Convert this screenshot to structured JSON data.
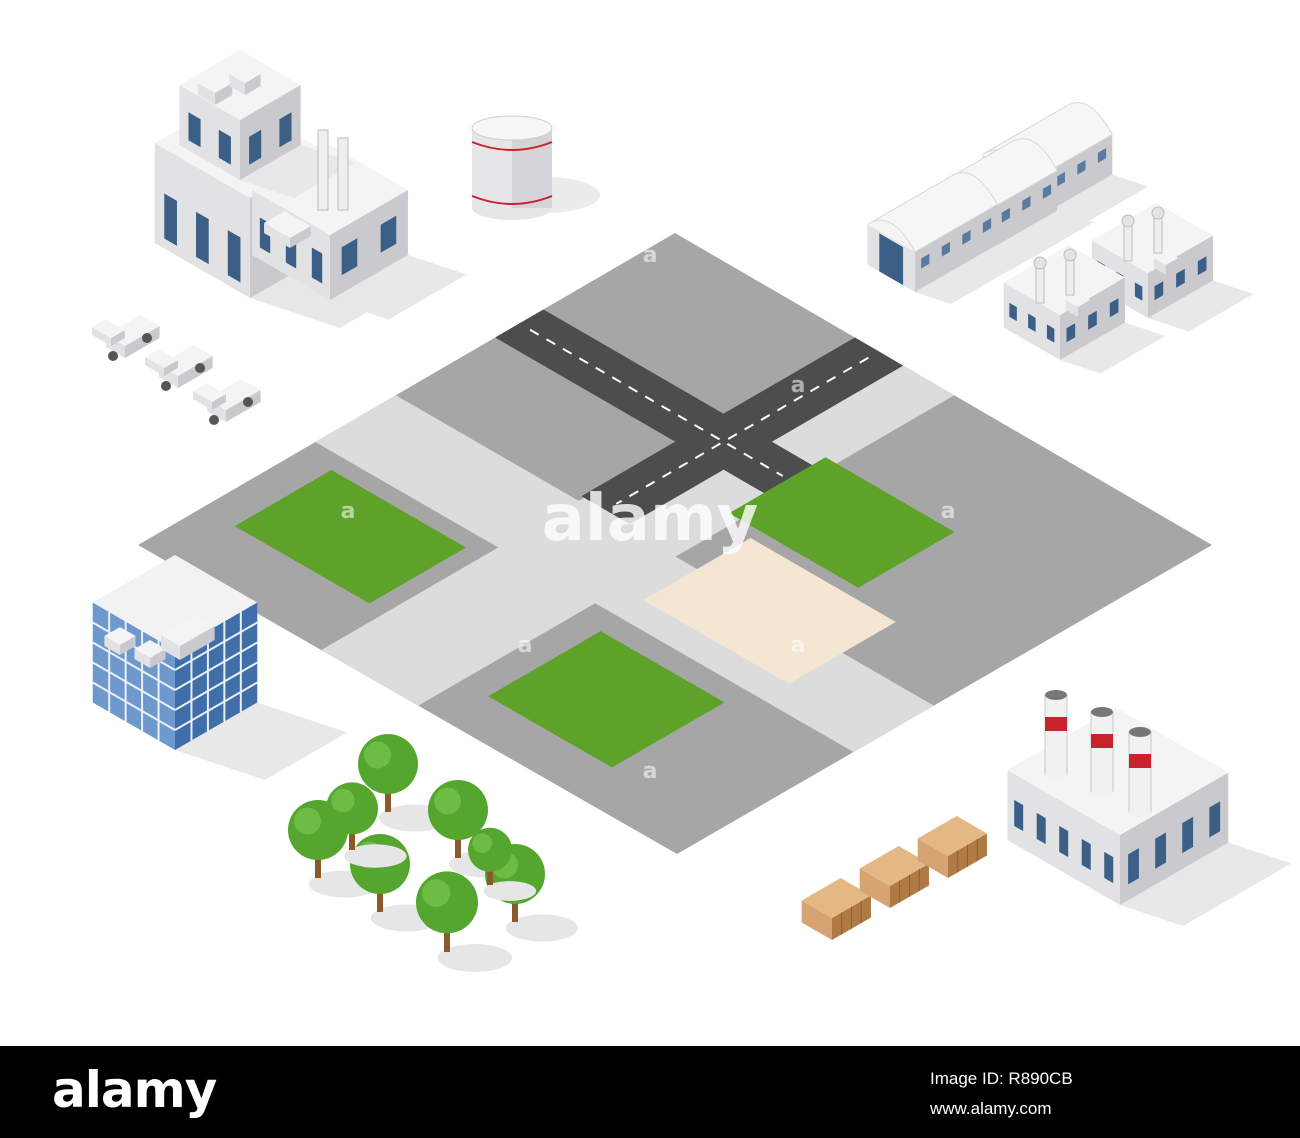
{
  "watermark": {
    "center_text": "alamy",
    "tile_mark": "a",
    "color": "#ffffff"
  },
  "footer": {
    "brand": "alamy",
    "image_id": "Image ID: R890CB",
    "url": "www.alamy.com"
  },
  "palette": {
    "road": "#4d4d4d",
    "lane_marking": "#ffffff",
    "plot_gray": "#a6a6a6",
    "sidewalk": "#dcdcdc",
    "grass": "#5ea22a",
    "sand": "#f4e6d3",
    "building_top": "#f4f4f4",
    "building_left": "#e2e2e5",
    "building_right": "#c9c9ce",
    "window": "#3b5f86",
    "glass": "#5a8cc4",
    "chimney_red": "#c8222d",
    "tree": "#54a62e",
    "trunk": "#8b5a2b",
    "pallet": "#c8955e"
  },
  "icons": [
    "factory-icon",
    "storage-tank-icon",
    "hangar-icon",
    "power-plant-icon",
    "pickup-truck-icon",
    "office-building-icon",
    "tree-icon",
    "pallet-icon",
    "chimney-factory-icon"
  ]
}
